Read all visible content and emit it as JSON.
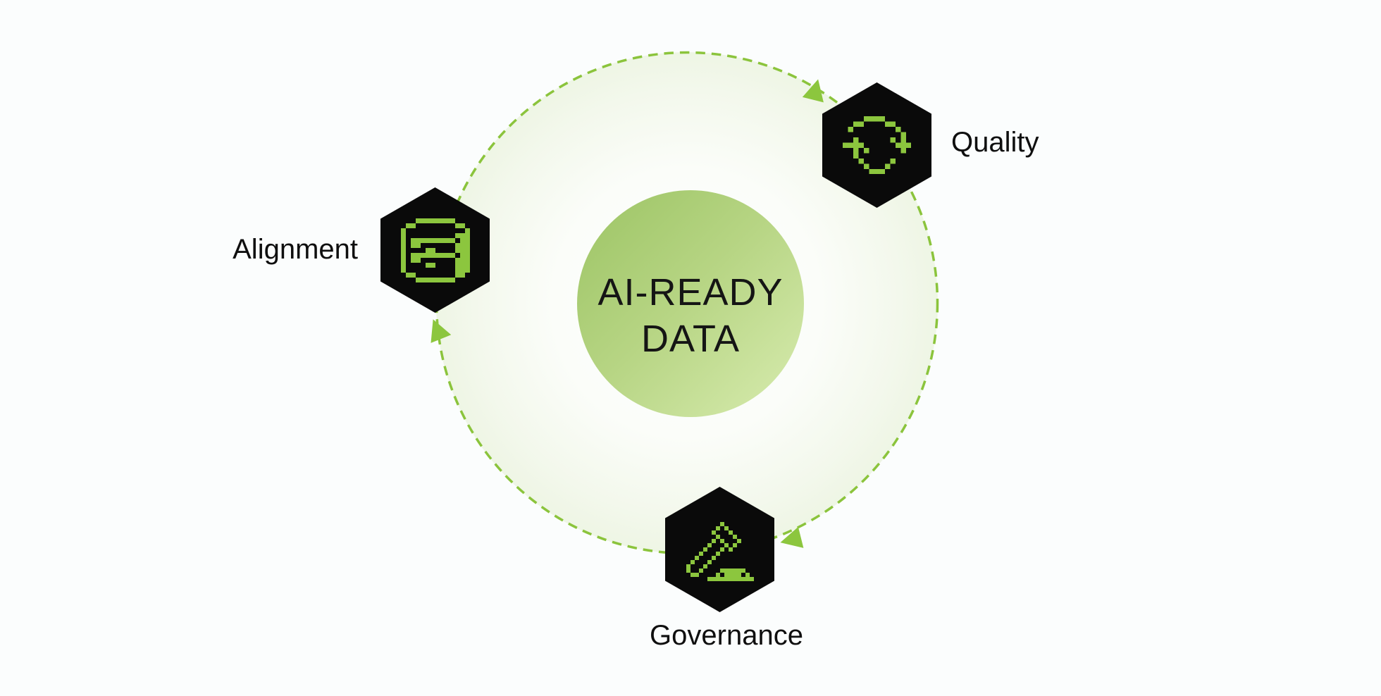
{
  "diagram": {
    "title": null,
    "center": {
      "line1": "AI-READY",
      "line2": "DATA"
    },
    "nodes": [
      {
        "id": "quality",
        "label": "Quality",
        "icon": "sync-icon"
      },
      {
        "id": "alignment",
        "label": "Alignment",
        "icon": "database-icon"
      },
      {
        "id": "governance",
        "label": "Governance",
        "icon": "gavel-icon"
      }
    ],
    "flow": {
      "direction": "clockwise",
      "arrow_count": 3
    },
    "colors": {
      "accent_green": "#8CC63E",
      "ring_dash_green": "#8BC43C",
      "hexagon_black": "#0A0A0A",
      "center_gradient_start": "#9CC464",
      "center_gradient_end": "#D8ECB0",
      "glow_green": "#E6F0D9",
      "background": "#FBFDFD",
      "text_black": "#151515"
    }
  }
}
